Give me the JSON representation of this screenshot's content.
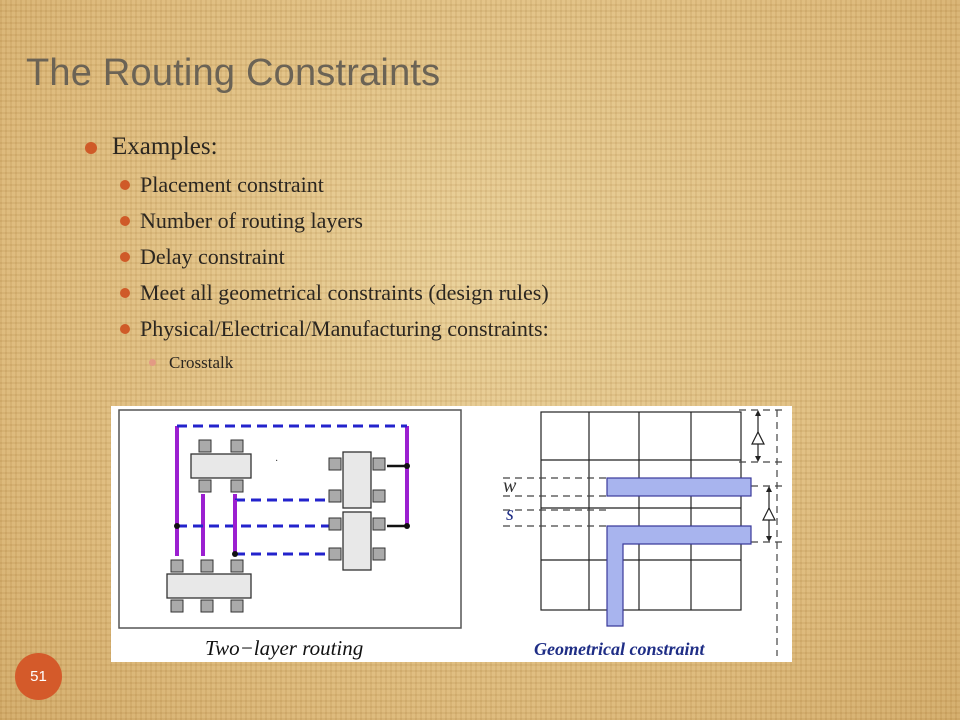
{
  "title": "The Routing Constraints",
  "bullets": {
    "heading": "Examples:",
    "items": [
      "Placement constraint",
      "Number of routing layers",
      "Delay constraint",
      "Meet all geometrical constraints (design rules)",
      "Physical/Electrical/Manufacturing constraints:"
    ],
    "subitem": "Crosstalk"
  },
  "figure": {
    "left_caption": "Two−layer routing",
    "right_caption": "Geometrical constraint",
    "label_w": "w",
    "label_s": "s"
  },
  "page_number": "51",
  "colors": {
    "accent": "#d45a2a",
    "wire_purple": "#9b1fd0",
    "wire_blue": "#2323cc",
    "geom_fill": "#a8b4ee",
    "caption_blue": "#1f2e86"
  }
}
